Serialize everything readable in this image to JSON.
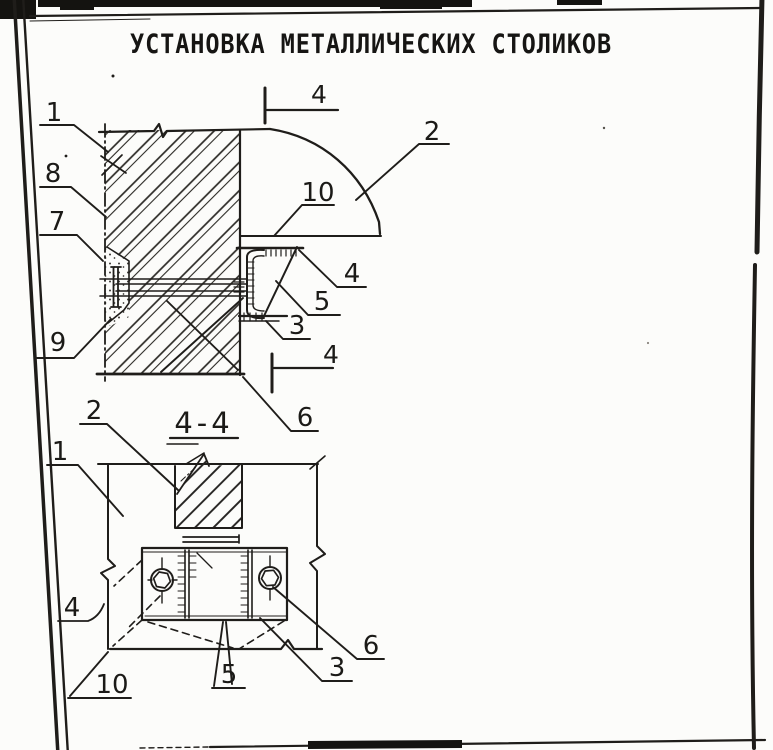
{
  "header": {
    "title": "УСТАНОВКА МЕТАЛЛИЧЕСКИХ СТОЛИКОВ"
  },
  "upper_view": {
    "callout_1": "1",
    "callout_8": "8",
    "callout_7": "7",
    "callout_9": "9",
    "callout_2": "2",
    "callout_10": "10",
    "callout_4_right": "4",
    "callout_5": "5",
    "callout_3": "3",
    "callout_6": "6",
    "section_marker_top": "4",
    "section_marker_bottom": "4"
  },
  "lower_view": {
    "title": "4-4",
    "callout_2": "2",
    "callout_1": "1",
    "callout_4": "4",
    "callout_10": "10",
    "callout_5": "5",
    "callout_3": "3",
    "callout_6": "6"
  },
  "colors": {
    "ink": "#1f1d1a",
    "paper": "#fcfcfa"
  }
}
